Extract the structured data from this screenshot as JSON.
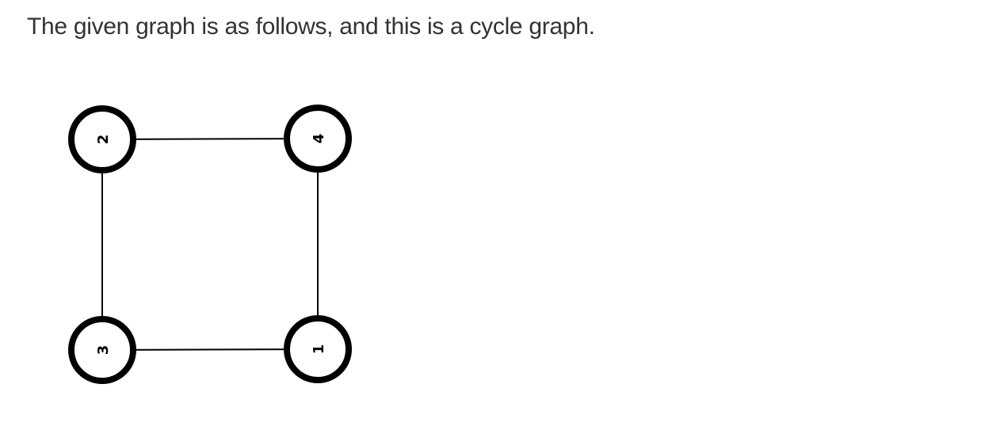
{
  "intro_text": "The given graph is as follows, and this is a cycle graph.",
  "graph": {
    "nodes": [
      {
        "id": "2",
        "label": "2"
      },
      {
        "id": "4",
        "label": "4"
      },
      {
        "id": "3",
        "label": "3"
      },
      {
        "id": "1",
        "label": "1"
      }
    ],
    "edges": [
      {
        "from": "2",
        "to": "4"
      },
      {
        "from": "4",
        "to": "1"
      },
      {
        "from": "1",
        "to": "3"
      },
      {
        "from": "3",
        "to": "2"
      }
    ],
    "colors": {
      "stroke": "#000000",
      "fill": "#ffffff",
      "text": "#333333"
    }
  }
}
